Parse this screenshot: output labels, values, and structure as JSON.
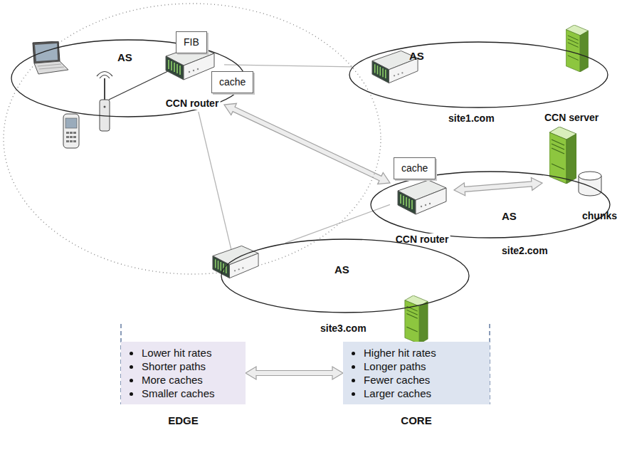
{
  "diagram": {
    "nodes": [
      {
        "text": [
          "AS"
        ]
      },
      {
        "text": [
          "CCN router"
        ],
        "in": 0
      },
      {
        "text": [
          "FIB"
        ]
      },
      {
        "text": [
          "cache"
        ]
      },
      {
        "text": [
          "AS",
          "site1.com"
        ]
      },
      {
        "text": [
          "AS",
          "site2.com"
        ]
      },
      {
        "text": [
          "CCN router"
        ],
        "in": 5
      },
      {
        "text": [
          "cache"
        ]
      },
      {
        "text": [
          "CCN server",
          "chunks"
        ]
      },
      {
        "text": [
          "AS",
          "site3.com"
        ]
      },
      {
        "text": [
          "Lower hit rates",
          "Shorter paths",
          "More caches",
          "Smaller caches",
          "EDGE"
        ]
      },
      {
        "text": [
          "Higher hit rates",
          "Longer paths",
          "Fewer caches",
          "Larger caches",
          "CORE"
        ]
      }
    ],
    "edges": [
      {
        "from": 1,
        "to": 4,
        "arrow": "none"
      },
      {
        "from": 1,
        "to": 6,
        "arrow": "both"
      },
      {
        "from": 1,
        "to": 9,
        "arrow": "none"
      },
      {
        "from": 9,
        "to": 6,
        "arrow": "none"
      },
      {
        "from": 6,
        "to": 8,
        "arrow": "both"
      },
      {
        "from": 10,
        "to": 11,
        "arrow": "both"
      }
    ]
  }
}
